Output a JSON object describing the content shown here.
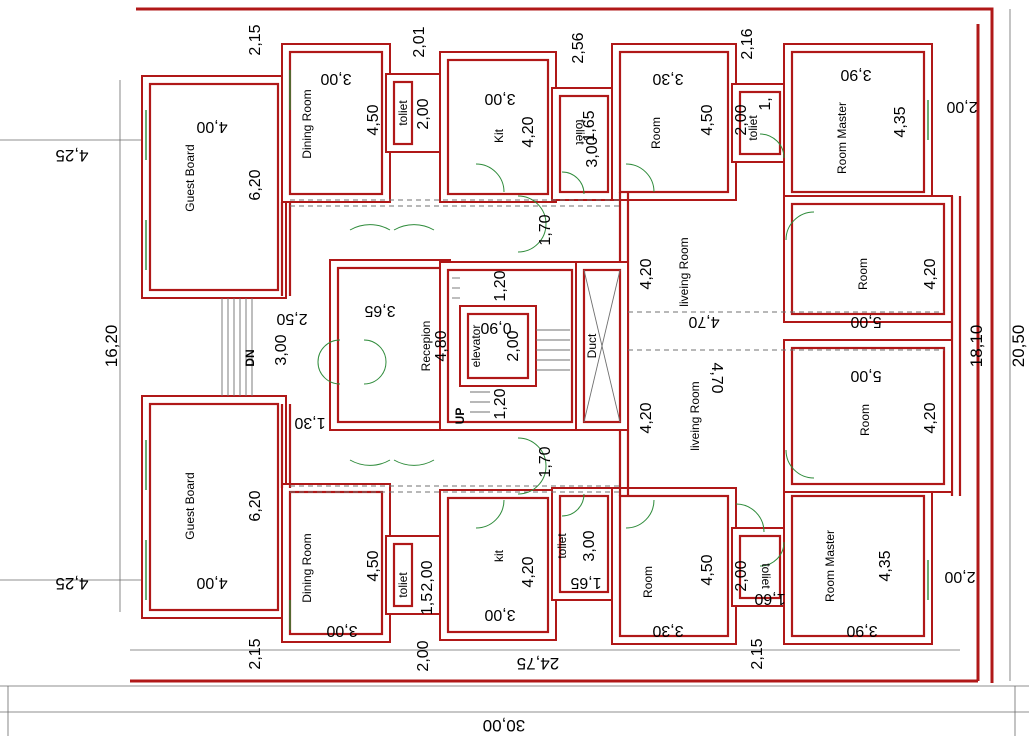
{
  "rooms": {
    "guest_top": "Guest Board",
    "guest_bottom": "Guest Board",
    "dining_top": "Dining Room",
    "dining_bottom": "Dining Room",
    "toilet_tl": "toliet",
    "toilet_bl": "toliet",
    "kit_top": "Kit",
    "kit_bottom": "kit",
    "toilet_tm": "toliet",
    "toilet_bm": "toliet",
    "room_top": "Room",
    "room_bottom": "Room",
    "toilet_tr": "toliet",
    "toilet_br": "toliet",
    "master_top": "Room Master",
    "master_bottom": "Room Master",
    "living_top": "liveing Room",
    "living_bottom": "liveing Room",
    "room_right_top": "Room",
    "room_right_bottom": "Room",
    "reception": "Recepion",
    "elevator": "elevator",
    "duct": "Duct",
    "dn": "DN",
    "up": "UP"
  },
  "dims": {
    "d215_a": "2,15",
    "d201": "2,01",
    "d256": "2,56",
    "d216": "2,16",
    "d425_top": "4,25",
    "d400_top": "4,00",
    "d620_top": "6,20",
    "d300_dt": "3,00",
    "d450_dt": "4,50",
    "d200_tt": "2,00",
    "d300_kt": "3,00",
    "d420_kt": "4,20",
    "d165_tt": "1,65",
    "d300_tt": "3,00",
    "d330_rt": "3,30",
    "d450_rt": "4,50",
    "d200_t3": "2,00",
    "d1_t3": "1,",
    "d390_mt": "3,90",
    "d435_mt": "4,35",
    "d200_rgt": "2,00",
    "d170_a": "1,70",
    "d420_lv": "4,20",
    "d470_lv": "4,70",
    "d420_rr": "4,20",
    "d500_rr": "5,00",
    "d1620": "16,20",
    "d250": "2,50",
    "d300_stair": "3,00",
    "d365": "3,65",
    "d480": "4,80",
    "d120_a": "1,20",
    "d090": "0,90",
    "d200_el": "2,00",
    "d120_b": "1,20",
    "d130": "1,30",
    "d1810": "18,10",
    "d2050": "20,50",
    "d470_lb": "4,70",
    "d420_lb": "4,20",
    "d500_rb": "5,00",
    "d420_rb": "4,20",
    "d170_b": "1,70",
    "d620_bot": "6,20",
    "d425_bot": "4,25",
    "d400_bot": "4,00",
    "d450_db": "4,50",
    "d300_db": "3,00",
    "d200_tb": "2,00",
    "d15_tb": "1,5",
    "d420_kb": "4,20",
    "d300_kb": "3,00",
    "d300_tb2": "3,00",
    "d165_tb2": "1,65",
    "d450_rb": "4,50",
    "d330_rb": "3,30",
    "d200_tb3": "2,00",
    "d160_tb3": "1,60",
    "d435_mb": "4,35",
    "d390_mb": "3,90",
    "d200_rgb": "2,00",
    "d215_b": "2,15",
    "d200_bot": "2,00",
    "d215_c": "2,15",
    "d2475": "24,75",
    "d3000": "30,00"
  }
}
